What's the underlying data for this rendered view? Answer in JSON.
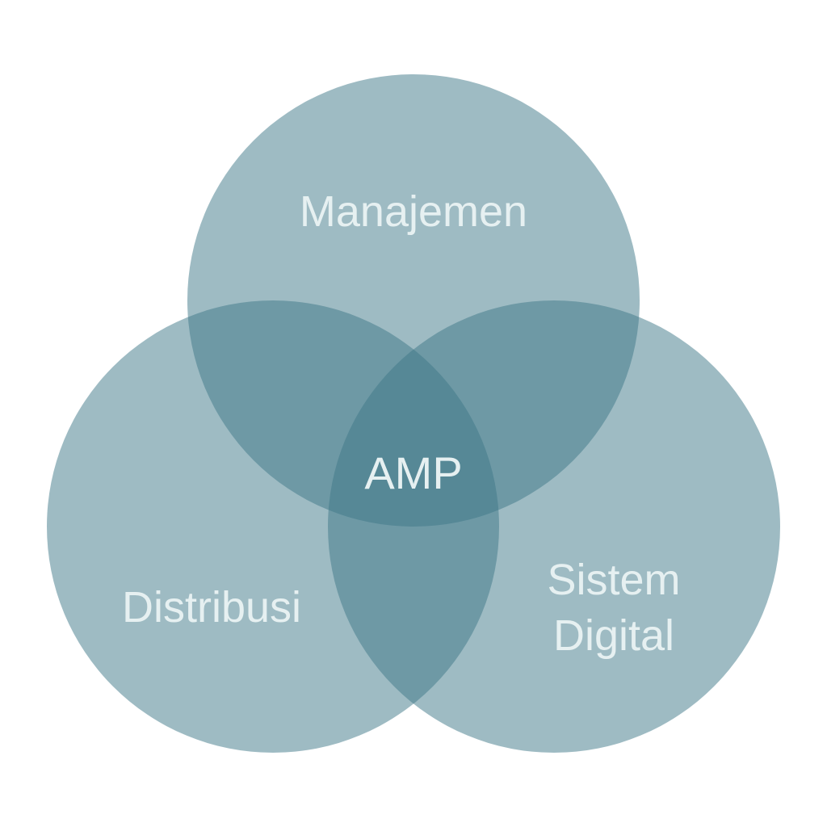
{
  "diagram": {
    "type": "venn",
    "sets": [
      {
        "label": "Manajemen"
      },
      {
        "label": "Distribusi"
      },
      {
        "label_lines": [
          "Sistem",
          "Digital"
        ]
      }
    ],
    "center_label": "AMP",
    "colors": {
      "background": "#ffffff",
      "circle_fill": "#3d7887",
      "circle_opacity": 0.5,
      "text": "#e6f0f1"
    }
  }
}
